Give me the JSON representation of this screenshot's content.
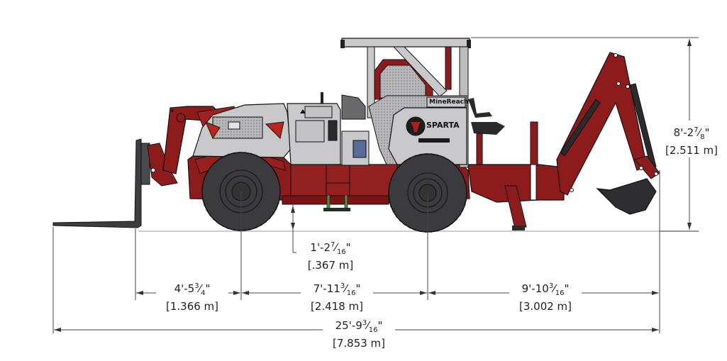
{
  "diagram": {
    "type": "side-elevation-dimension-drawing",
    "subject": "Backhoe / telehandler mining utility vehicle",
    "branding": {
      "logo_text": "SPARTA",
      "model_badge": "MineReach"
    },
    "colors": {
      "body_red": "#8e1b1b",
      "body_red_dark": "#6e1212",
      "panel_grey": "#c9c9cb",
      "panel_grey_dark": "#9a9a9c",
      "tire": "#3b3b3d",
      "outline": "#1a1a1a",
      "dim_line": "#444444",
      "ground_line": "#b0b0b0"
    }
  },
  "dimensions": {
    "overall_height": {
      "imperial": "8'-2⅞\"",
      "imperial_whole": "8'-2",
      "imperial_num": "7",
      "imperial_den": "8",
      "metric": "[2.511 m]"
    },
    "ground_clearance": {
      "imperial_whole": "1'-2",
      "imperial_num": "7",
      "imperial_den": "16",
      "metric": "[.367 m]"
    },
    "front_overhang": {
      "imperial_whole": "4'-5",
      "imperial_num": "3",
      "imperial_den": "4",
      "metric": "[1.366 m]"
    },
    "wheelbase": {
      "imperial_whole": "7'-11",
      "imperial_num": "3",
      "imperial_den": "16",
      "metric": "[2.418 m]"
    },
    "rear_overhang": {
      "imperial_whole": "9'-10",
      "imperial_num": "3",
      "imperial_den": "16",
      "metric": "[3.002 m]"
    },
    "overall_length": {
      "imperial_whole": "25'-9",
      "imperial_num": "3",
      "imperial_den": "16",
      "metric": "[7.853 m]"
    }
  }
}
